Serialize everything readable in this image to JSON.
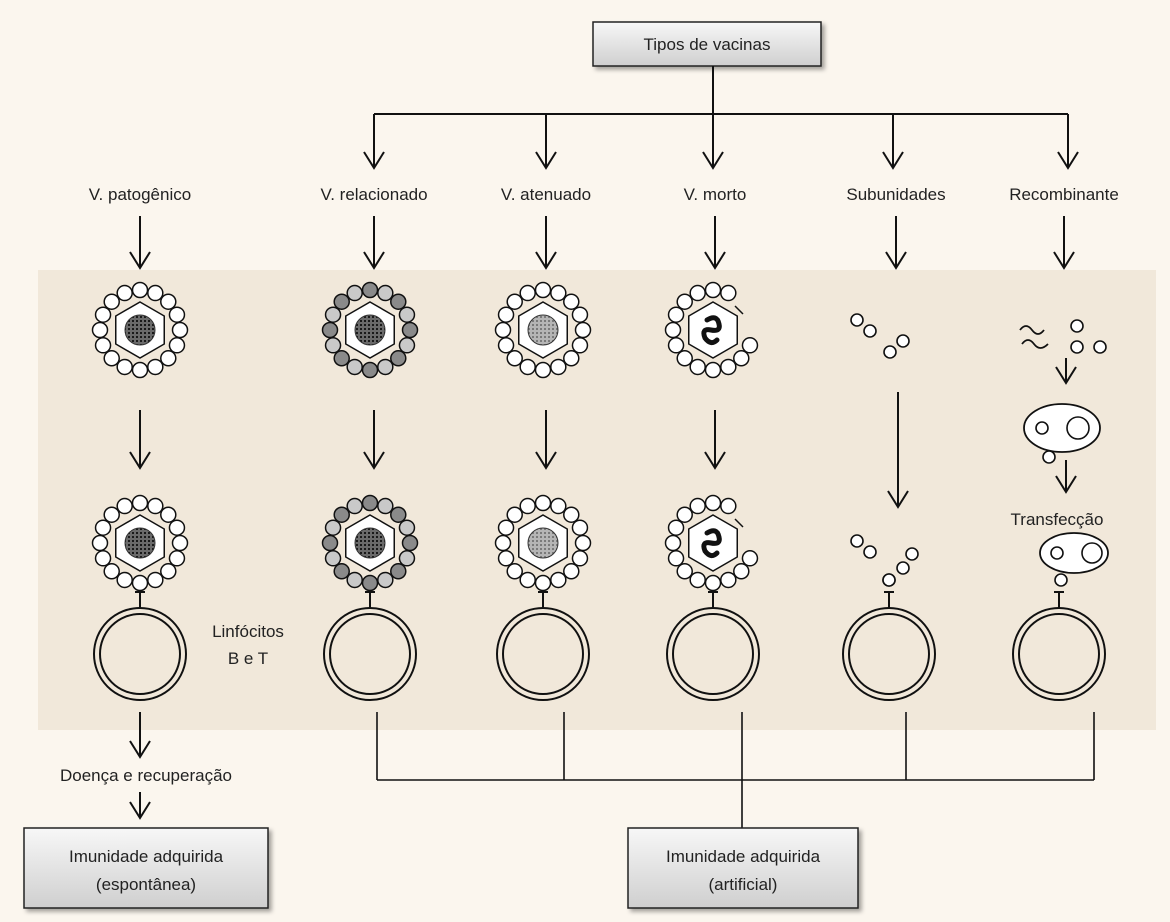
{
  "title": "Tipos de vacinas",
  "columns": [
    {
      "label": "V. patogênico"
    },
    {
      "label": "V. relacionado"
    },
    {
      "label": "V. atenuado"
    },
    {
      "label": "V. morto"
    },
    {
      "label": "Subunidades"
    },
    {
      "label": "Recombinante"
    }
  ],
  "lymphocytes_label": [
    "Linfócitos",
    "B e T"
  ],
  "transfection_label": "Transfecção",
  "disease_label": "Doença e recuperação",
  "outcomes": {
    "spontaneous": [
      "Imunidade adquirida",
      "(espontânea)"
    ],
    "artificial": [
      "Imunidade adquirida",
      "(artificial)"
    ]
  },
  "colors": {
    "background": "#fbf6ee",
    "panel": "#f1e8da",
    "box_top": "#f7f7f7",
    "box_bottom": "#cfcfcf",
    "line": "#111111",
    "capsomer_dark": "#8a8a8a",
    "capsomer_light": "#c9c9c9"
  }
}
